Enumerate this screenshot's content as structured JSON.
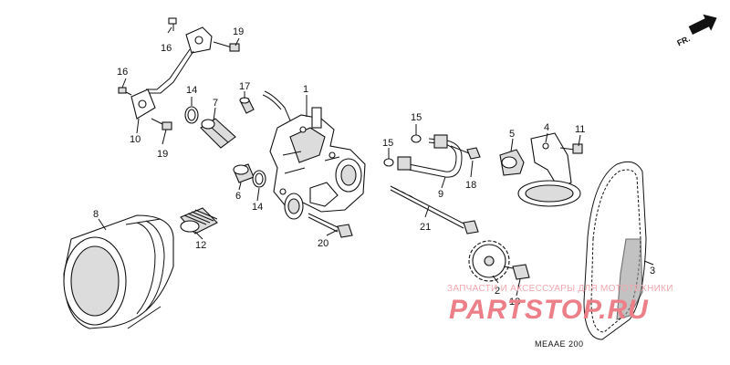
{
  "diagram": {
    "callouts": [
      {
        "id": "1",
        "text": "1"
      },
      {
        "id": "2",
        "text": "2"
      },
      {
        "id": "3",
        "text": "3"
      },
      {
        "id": "4",
        "text": "4"
      },
      {
        "id": "5",
        "text": "5"
      },
      {
        "id": "6",
        "text": "6"
      },
      {
        "id": "7",
        "text": "7"
      },
      {
        "id": "8",
        "text": "8"
      },
      {
        "id": "9",
        "text": "9"
      },
      {
        "id": "10",
        "text": "10"
      },
      {
        "id": "11",
        "text": "11"
      },
      {
        "id": "12",
        "text": "12"
      },
      {
        "id": "13",
        "text": "13"
      },
      {
        "id": "14a",
        "text": "14"
      },
      {
        "id": "14b",
        "text": "14"
      },
      {
        "id": "15a",
        "text": "15"
      },
      {
        "id": "15b",
        "text": "15"
      },
      {
        "id": "16a",
        "text": "16"
      },
      {
        "id": "16b",
        "text": "16"
      },
      {
        "id": "17",
        "text": "17"
      },
      {
        "id": "18",
        "text": "18"
      },
      {
        "id": "19a",
        "text": "19"
      },
      {
        "id": "19b",
        "text": "19"
      },
      {
        "id": "20",
        "text": "20"
      },
      {
        "id": "21",
        "text": "21"
      }
    ],
    "direction_label": "FR.",
    "diagram_code": "MEAAE 200",
    "watermark": {
      "tagline": "ЗАПЧАСТИ И АКСЕССУАРЫ ДЛЯ МОТОТЕХНИКИ",
      "brand": "PARTSTOP.RU"
    }
  },
  "colors": {
    "line": "#111111",
    "watermark_light": "#f1a8ad",
    "watermark_brand": "#ec7f88",
    "background": "#ffffff"
  }
}
